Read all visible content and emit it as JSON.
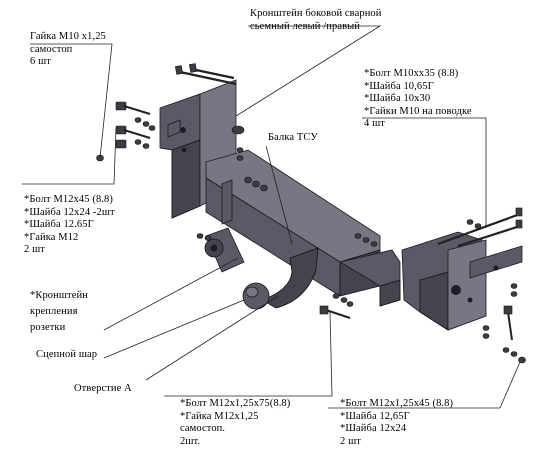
{
  "labels": {
    "nut_m10": [
      "Гайка  М10 х1,25",
      "самостоп",
      "6 шт"
    ],
    "side_bracket": [
      "Кронштейн боковой   сварной",
      "сьемный левый /правый"
    ],
    "bolts_m10": [
      "*Болт М10хх35 (8.8)",
      "*Шайба 10,65Г",
      "*Шайба 10х30",
      "*Гайки М10 на поводке",
      "4 шт"
    ],
    "beam": [
      "Балка ТСУ"
    ],
    "bolts_m12x45": [
      "*Болт М12х45 (8.8)",
      "*Шайба 12х24 -2шт",
      "*Шайба 12.65Г",
      "*Гайка М12",
      "2 шт"
    ],
    "socket_bracket": [
      "*Кронштейн",
      "крепления",
      "розетки"
    ],
    "tow_ball": [
      "Сцепной шар"
    ],
    "hole_a": [
      "Отверстие А"
    ],
    "bolts_m12x75": [
      "*Болт М12х1,25х75(8.8)",
      "*Гайка М12х1,25",
      "самостоп.",
      "2шт."
    ],
    "bolts_m12x45_fine": [
      "*Болт М12х1,25х45 (8.8)",
      "*Шайба 12,65Г",
      "*Шайба 12х24",
      "2 шт"
    ]
  }
}
